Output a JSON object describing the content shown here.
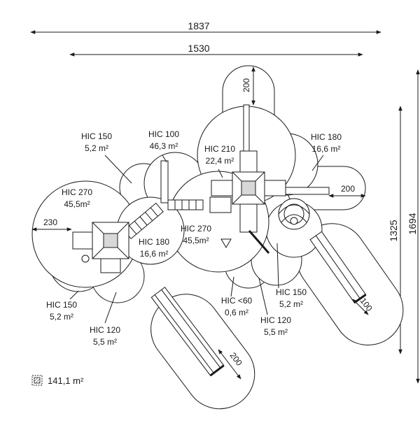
{
  "dimensions": {
    "overall_width": "1837",
    "inner_width": "1530",
    "overall_depth": "1694",
    "inner_depth": "1325",
    "tower_top": "200",
    "right_arm": "200",
    "left_arm": "230",
    "slide_lower": "200",
    "slide_right": "100"
  },
  "zones": {
    "hic150_top": {
      "hic": "HIC 150",
      "area": "5,2 m²"
    },
    "hic100": {
      "hic": "HIC 100",
      "area": "46,3 m²"
    },
    "hic210": {
      "hic": "HIC 210",
      "area": "22,4 m²"
    },
    "hic180_right": {
      "hic": "HIC 180",
      "area": "16,6 m²"
    },
    "hic270_left": {
      "hic": "HIC 270",
      "area": "45,5m²"
    },
    "hic270_center": {
      "hic": "HIC 270",
      "area": "45,5m²"
    },
    "hic180_center": {
      "hic": "HIC 180",
      "area": "16,6 m²"
    },
    "hic150_left": {
      "hic": "HIC 150",
      "area": "5,2 m²"
    },
    "hic120_left": {
      "hic": "HIC 120",
      "area": "5,5 m²"
    },
    "hic60": {
      "hic": "HIC <60",
      "area": "0,6 m²"
    },
    "hic150_right": {
      "hic": "HIC 150",
      "area": "5,2 m²"
    },
    "hic120_right": {
      "hic": "HIC 120",
      "area": "5,5 m²"
    }
  },
  "legend": {
    "icon": "hatched-square-icon",
    "total_area": "141,1 m²"
  },
  "colors": {
    "line": "#1a1a1a",
    "background": "#ffffff",
    "equipment_fill": "#d8d8d8"
  }
}
